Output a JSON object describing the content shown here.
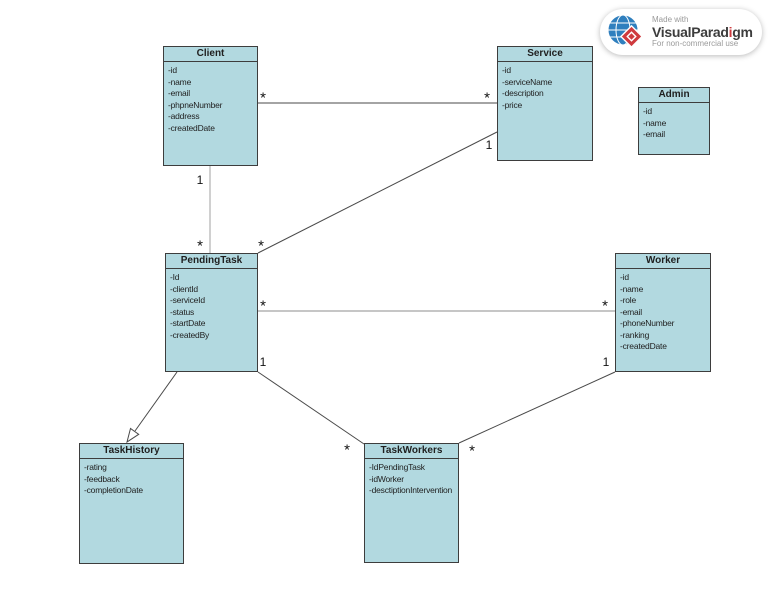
{
  "colors": {
    "box_fill": "#b2d9e0",
    "box_border": "#3d3d3d",
    "line": "#4a4a4a",
    "line_light": "#a0a0a0",
    "text": "#1f1f1f",
    "brand_red": "#cf3a3e",
    "globe_blue": "#2f7fbe"
  },
  "classes": [
    {
      "name": "Client",
      "fields": [
        "-id",
        "-name",
        "-email",
        "-phpneNumber",
        "-address",
        "-createdDate"
      ]
    },
    {
      "name": "Service",
      "fields": [
        "-id",
        "-serviceName",
        "-description",
        "-price"
      ]
    },
    {
      "name": "Admin",
      "fields": [
        "-id",
        "-name",
        "-email"
      ]
    },
    {
      "name": "PendingTask",
      "fields": [
        "-Id",
        "-clientId",
        "-serviceId",
        "-status",
        "-startDate",
        "-createdBy"
      ]
    },
    {
      "name": "Worker",
      "fields": [
        "-id",
        "-name",
        "-role",
        "-email",
        "-phoneNumber",
        "-ranking",
        "-createdDate"
      ]
    },
    {
      "name": "TaskHistory",
      "fields": [
        "-rating",
        "-feedback",
        "-completionDate"
      ]
    },
    {
      "name": "TaskWorkers",
      "fields": [
        "-IdPendingTask",
        "-idWorker",
        "-desctiptionIntervention"
      ]
    }
  ],
  "connections": [
    {
      "from": "Client",
      "to": "Service",
      "type": "association",
      "from_label": "*",
      "to_label": "*"
    },
    {
      "from": "Client",
      "to": "PendingTask",
      "type": "association",
      "from_label": "1",
      "to_label": "*"
    },
    {
      "from": "Service",
      "to": "PendingTask",
      "type": "association",
      "from_label": "1",
      "to_label": "*"
    },
    {
      "from": "PendingTask",
      "to": "Worker",
      "type": "association",
      "from_label": "*",
      "to_label": "*"
    },
    {
      "from": "PendingTask",
      "to": "TaskWorkers",
      "type": "association",
      "from_label": "1",
      "to_label": "*"
    },
    {
      "from": "Worker",
      "to": "TaskWorkers",
      "type": "association",
      "from_label": "1",
      "to_label": "*"
    },
    {
      "from": "PendingTask",
      "to": "TaskHistory",
      "type": "directed-arrow"
    }
  ],
  "logo": {
    "made_with": "Made with",
    "brand_prefix": "VisualParad",
    "brand_accent": "i",
    "brand_suffix": "gm",
    "license": "For non-commercial use"
  }
}
